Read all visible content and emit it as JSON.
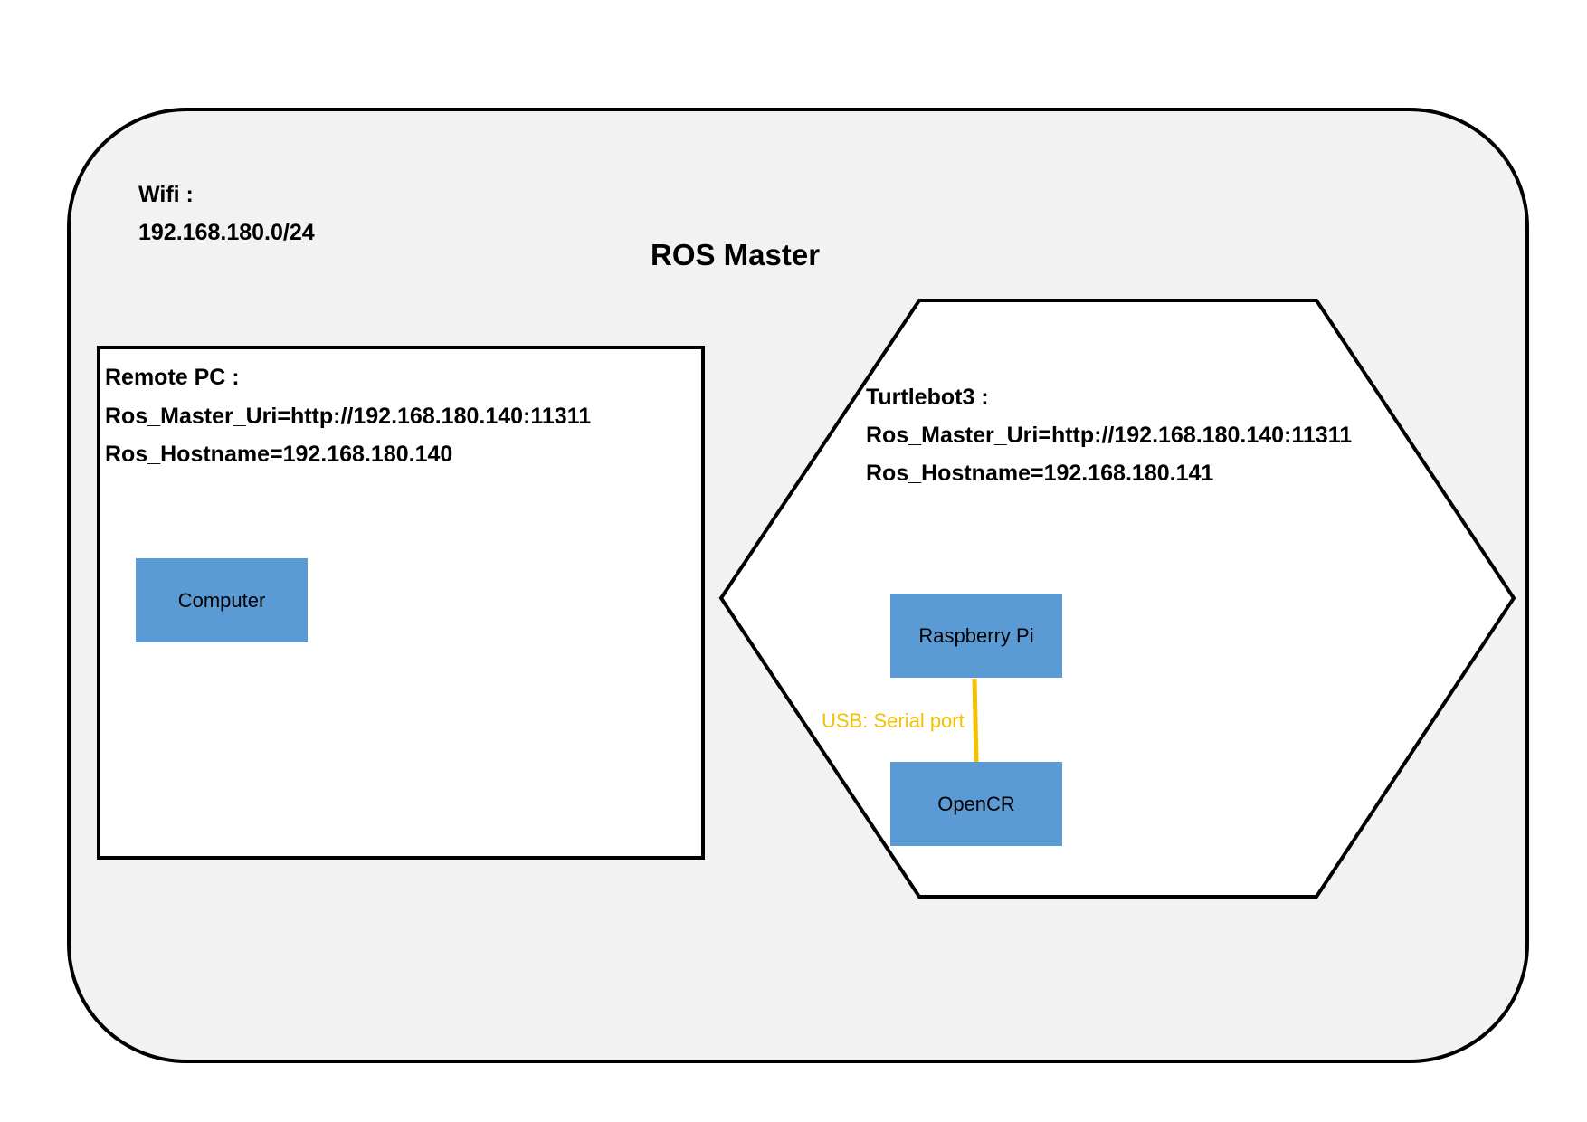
{
  "ros_master": {
    "title": "ROS Master"
  },
  "wifi": {
    "label": "Wifi :",
    "subnet": "192.168.180.0/24"
  },
  "remote_pc": {
    "title": "Remote PC :",
    "master_uri": "Ros_Master_Uri=http://192.168.180.140:11311",
    "hostname": "Ros_Hostname=192.168.180.140",
    "device": "Computer"
  },
  "turtlebot": {
    "title": "Turtlebot3 :",
    "master_uri": "Ros_Master_Uri=http://192.168.180.140:11311",
    "hostname": "Ros_Hostname=192.168.180.141",
    "devices": {
      "raspberry": "Raspberry Pi",
      "opencr": "OpenCR"
    },
    "connection": {
      "label": "USB: Serial port"
    }
  },
  "colors": {
    "background_region": "#f2f2f2",
    "device_fill": "#5b9bd5",
    "connection": "#f5c000",
    "outline": "#000000"
  }
}
